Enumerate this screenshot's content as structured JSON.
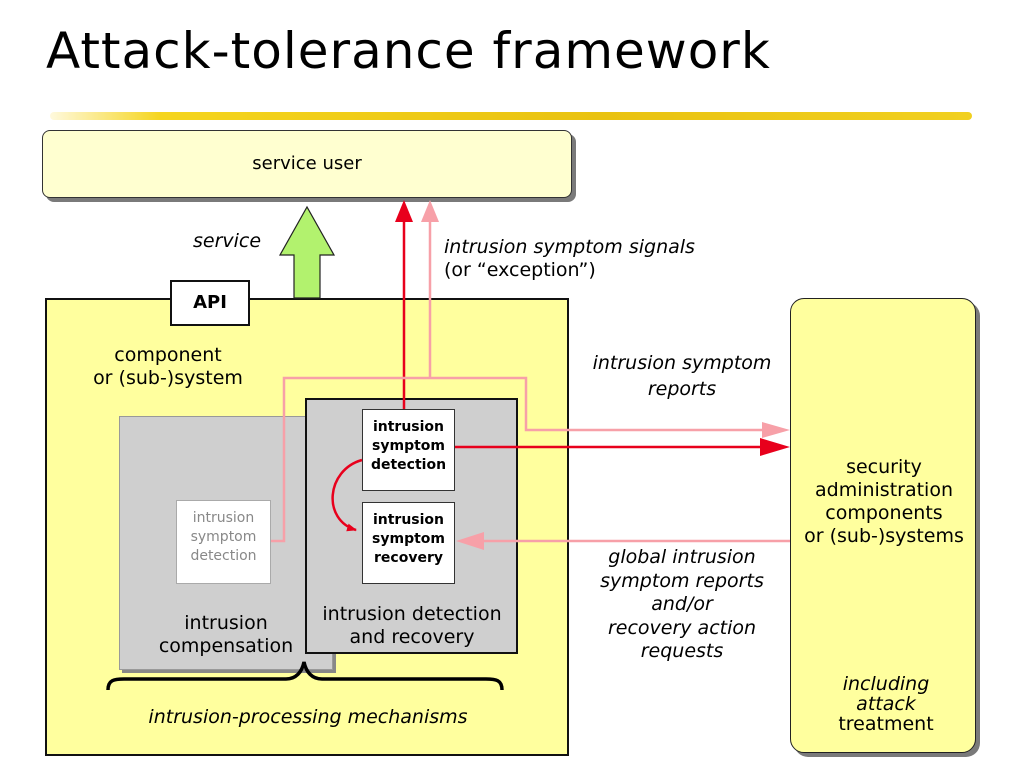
{
  "title": "Attack-tolerance framework",
  "service_user": "service user",
  "service_label": "service",
  "api_label": "API",
  "component_label": [
    "component",
    "or (sub-)system"
  ],
  "grey_detection": [
    "intrusion",
    "symptom",
    "detection"
  ],
  "detection_box": [
    "intrusion",
    "symptom",
    "detection"
  ],
  "recovery_box": [
    "intrusion",
    "symptom",
    "recovery"
  ],
  "compensation_label": [
    "intrusion",
    "compensation"
  ],
  "detection_recovery_label": [
    "intrusion detection",
    "and recovery"
  ],
  "mechanisms_label": "intrusion-processing mechanisms",
  "signals_label": [
    "intrusion symptom signals",
    "(or “exception”)"
  ],
  "reports_label": [
    "intrusion symptom",
    "reports"
  ],
  "global_label": [
    "global  intrusion",
    "symptom reports",
    "and/or",
    "recovery action",
    "requests"
  ],
  "security_label": [
    "security",
    "administration",
    "components",
    "or (sub-)systems"
  ],
  "attack_label": [
    "including",
    "attack",
    "treatment"
  ],
  "colors": {
    "dark_red": "#e8001c",
    "light_red": "#f7a0a8",
    "green_arrow": "#b2f26e",
    "yellow_fill": "#ffff9e"
  }
}
